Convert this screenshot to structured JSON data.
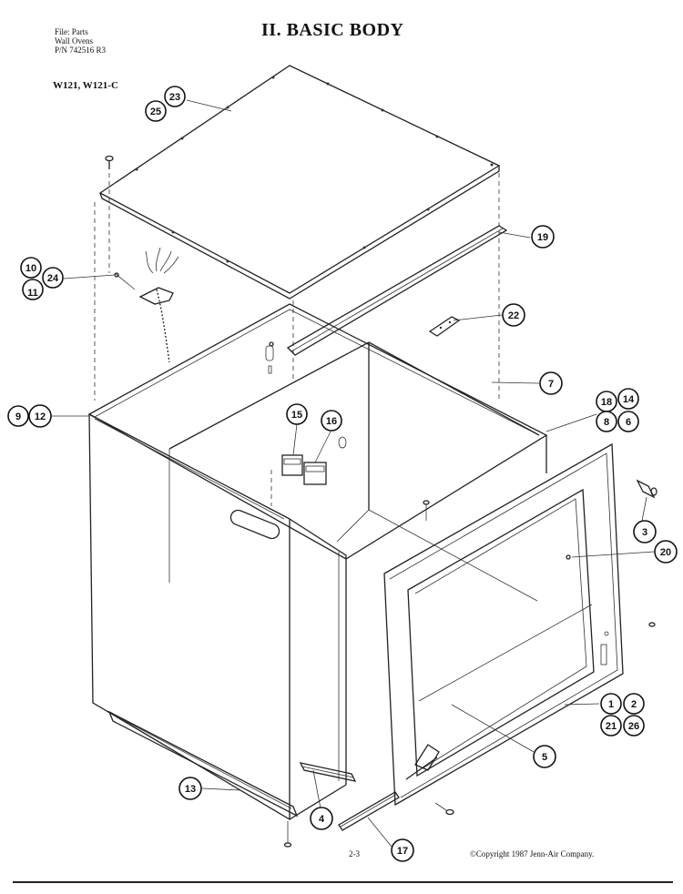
{
  "header": {
    "file_line": "File: Parts",
    "category_line": "Wall Ovens",
    "pn_line": "P/N 742516 R3",
    "title": "II.  BASIC BODY",
    "models": "W121,  W121-C"
  },
  "callouts": {
    "c23": "23",
    "c25": "25",
    "c19": "19",
    "c10": "10",
    "c24": "24",
    "c11": "11",
    "c22": "22",
    "c7": "7",
    "c9": "9",
    "c12": "12",
    "c18": "18",
    "c14": "14",
    "c8": "8",
    "c6": "6",
    "c15": "15",
    "c16": "16",
    "c3": "3",
    "c20": "20",
    "c1": "1",
    "c2": "2",
    "c21": "21",
    "c26": "26",
    "c5": "5",
    "c13": "13",
    "c4": "4",
    "c17": "17"
  },
  "footer": {
    "page_number": "2-3",
    "copyright": "©Copyright 1987 Jenn-Air Company."
  }
}
